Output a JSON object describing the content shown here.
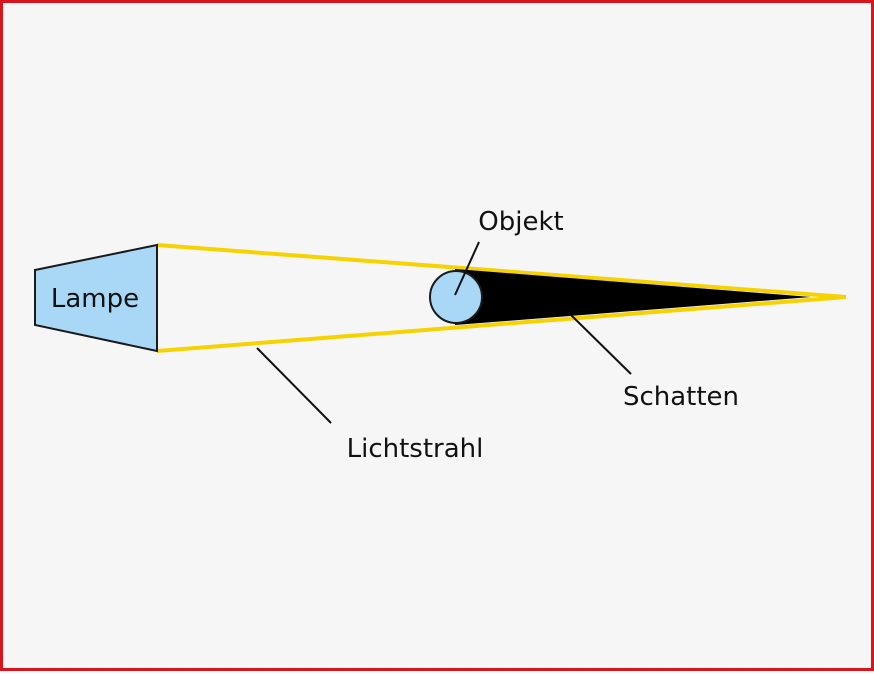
{
  "labels": {
    "lamp": "Lampe",
    "object": "Objekt",
    "shadow": "Schatten",
    "ray": "Lichtstrahl"
  },
  "colors": {
    "frame": "#d8151c",
    "background": "#f6f6f6",
    "lamp_fill": "#a8d8f5",
    "object_fill": "#a8d8f5",
    "ray": "#f5d200",
    "shadow": "#000000",
    "outline": "#1a1a1a"
  }
}
